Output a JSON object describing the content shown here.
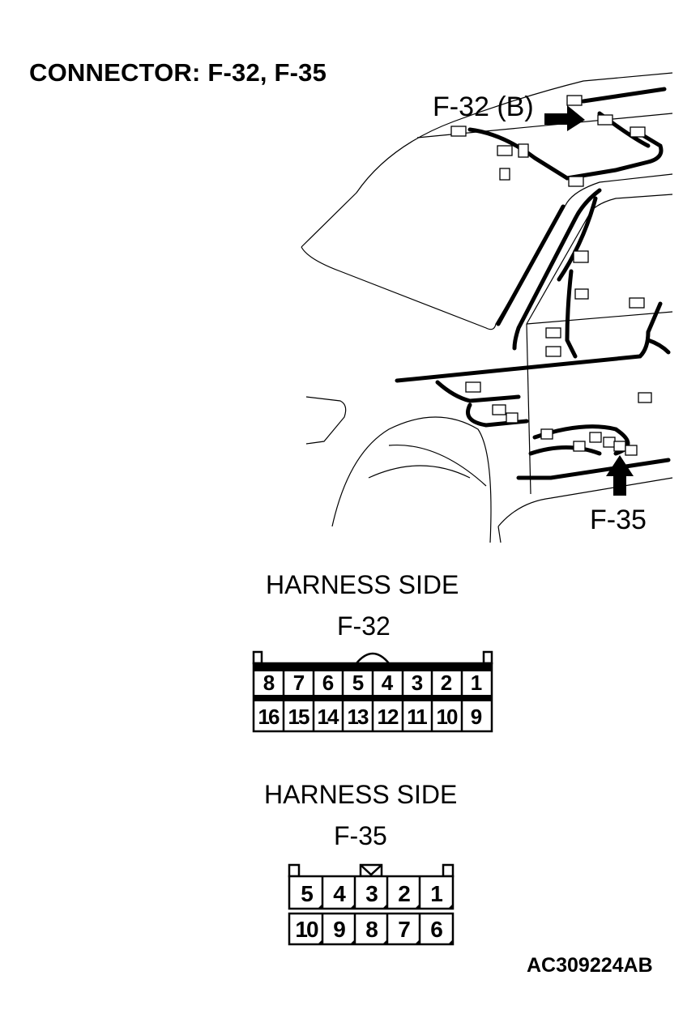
{
  "title": "CONNECTOR: F-32, F-35",
  "callouts": {
    "f32": "F-32 (B)",
    "f35": "F-35"
  },
  "connectors": [
    {
      "side_label": "HARNESS SIDE",
      "name": "F-32",
      "rows": [
        [
          "8",
          "7",
          "6",
          "5",
          "4",
          "3",
          "2",
          "1"
        ],
        [
          "16",
          "15",
          "14",
          "13",
          "12",
          "11",
          "10",
          "9"
        ]
      ]
    },
    {
      "side_label": "HARNESS SIDE",
      "name": "F-35",
      "rows": [
        [
          "5",
          "4",
          "3",
          "2",
          "1"
        ],
        [
          "10",
          "9",
          "8",
          "7",
          "6"
        ]
      ]
    }
  ],
  "figure_code": "AC309224AB"
}
